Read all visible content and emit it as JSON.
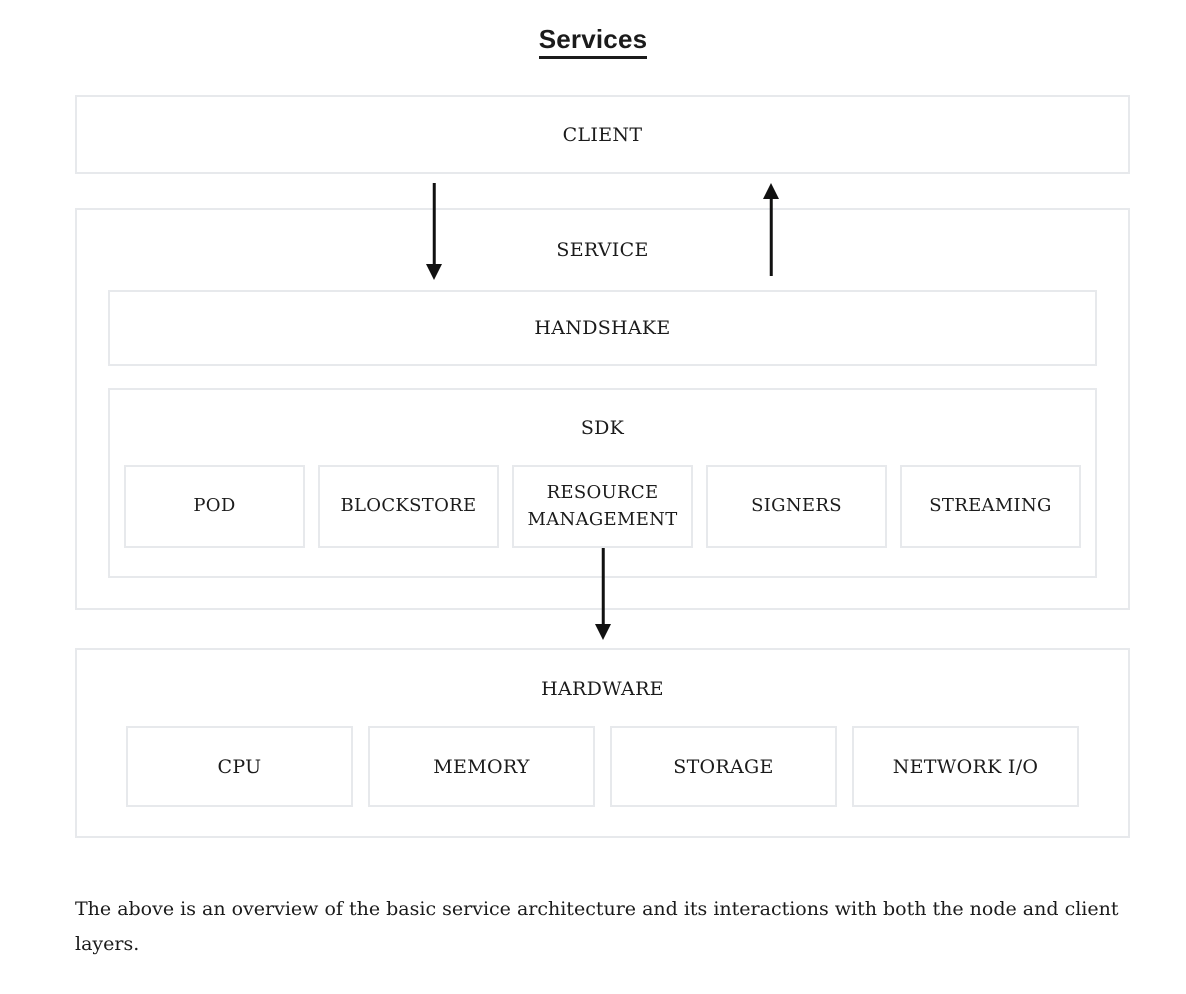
{
  "page": {
    "title": "Services",
    "caption": "The above is an overview of the basic service architecture and its interactions with both the node and client layers."
  },
  "diagram": {
    "client": {
      "label": "CLIENT"
    },
    "service": {
      "label": "SERVICE",
      "handshake": {
        "label": "HANDSHAKE"
      },
      "sdk": {
        "label": "SDK",
        "modules": [
          {
            "label": "POD"
          },
          {
            "label": "BLOCKSTORE"
          },
          {
            "label": "RESOURCE MANAGEMENT"
          },
          {
            "label": "SIGNERS"
          },
          {
            "label": "STREAMING"
          }
        ]
      }
    },
    "hardware": {
      "label": "HARDWARE",
      "components": [
        {
          "label": "CPU"
        },
        {
          "label": "MEMORY"
        },
        {
          "label": "STORAGE"
        },
        {
          "label": "NETWORK I/O"
        }
      ]
    },
    "arrows": [
      {
        "name": "client-to-service",
        "direction": "down"
      },
      {
        "name": "service-to-client",
        "direction": "up"
      },
      {
        "name": "sdk-to-hardware",
        "direction": "down"
      }
    ]
  },
  "colors": {
    "background": "#ffffff",
    "box_border": "#e7e9ec",
    "text": "#1b1b1b",
    "arrow": "#111111"
  }
}
